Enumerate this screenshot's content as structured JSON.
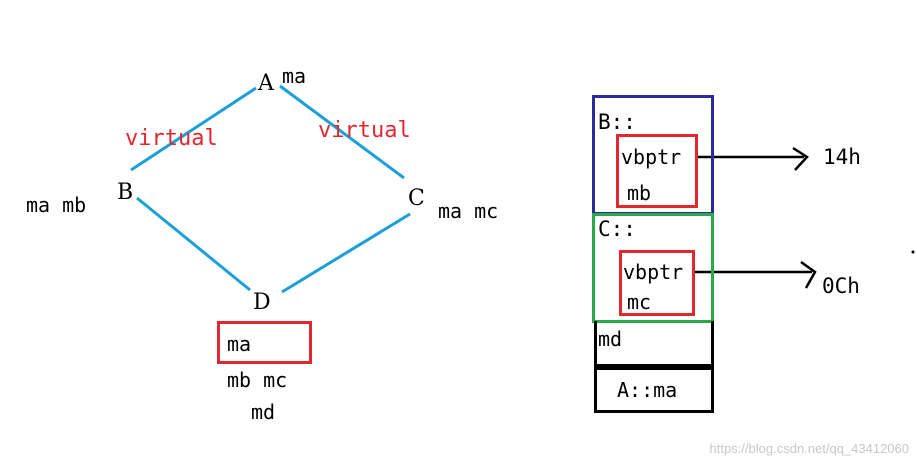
{
  "colors": {
    "edge": "#1aa0d8",
    "red": "#e0282e",
    "blue": "#2b2b9e",
    "green": "#2aa84a",
    "black": "#000000"
  },
  "hierarchy": {
    "nodes": {
      "A": {
        "name": "A",
        "members": "ma"
      },
      "B": {
        "name": "B",
        "members": "ma  mb"
      },
      "C": {
        "name": "C",
        "members": "ma  mc"
      },
      "D": {
        "name": "D",
        "members_boxed": "ma",
        "members_line2": "mb  mc",
        "members_line3": "md"
      }
    },
    "edge_labels": {
      "left": "virtual",
      "right": "virtual"
    }
  },
  "layout": {
    "b_section": {
      "title": "B::",
      "vbptr": "vbptr",
      "member": "mb",
      "offset": "14h"
    },
    "c_section": {
      "title": "C::",
      "vbptr": "vbptr",
      "member": "mc",
      "offset": "0Ch"
    },
    "d_member": "md",
    "virtual_base": "A::ma"
  },
  "watermark": "https://blog.csdn.net/qq_43412060"
}
